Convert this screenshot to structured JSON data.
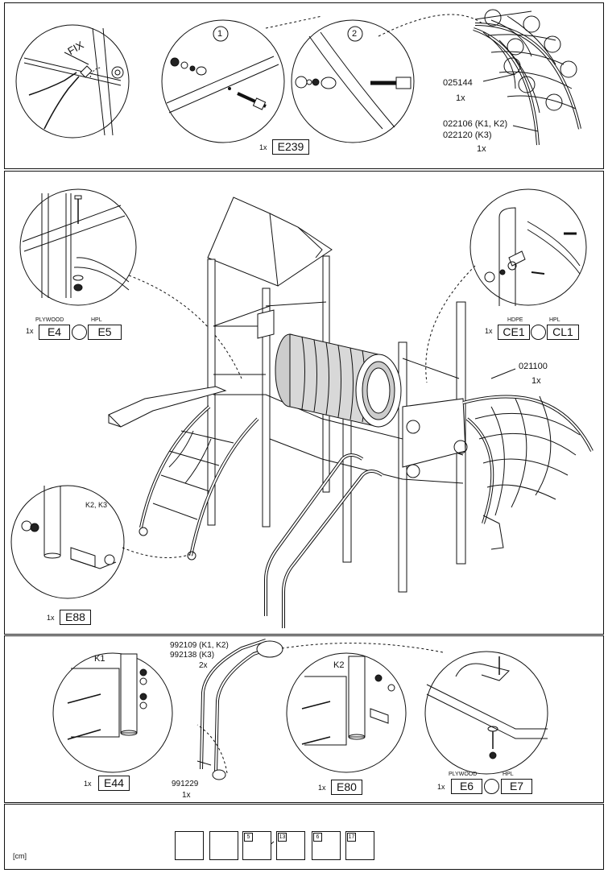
{
  "step1": {
    "fix_label": "FIX",
    "circle1": "1",
    "circle2": "2",
    "e239_qty": "1x",
    "e239_code": "E239",
    "net_part": "025144",
    "net_qty": "1x",
    "arch_part_a": "022106 (K1, K2)",
    "arch_part_b": "022120 (K3)",
    "arch_qty": "1x"
  },
  "step2": {
    "e4_qty": "1x",
    "e4_code": "E4",
    "e4_material": "PLYWOOD",
    "e5_code": "E5",
    "e5_material": "HPL",
    "ce1_qty": "1x",
    "ce1_code": "CE1",
    "ce1_material": "HDPE",
    "cl1_code": "CL1",
    "cl1_material": "HPL",
    "panel_part": "021100",
    "panel_qty": "1x",
    "bracket_variants": "K2, K3",
    "e88_qty": "1x",
    "e88_code": "E88"
  },
  "step3": {
    "k1_label": "K1",
    "k2_label": "K2",
    "rail_part_a": "992109 (K1, K2)",
    "rail_part_b": "992138 (K3)",
    "rail_qty": "2x",
    "cap_part": "991229",
    "cap_qty": "1x",
    "e44_qty": "1x",
    "e44_code": "E44",
    "e80_qty": "1x",
    "e80_code": "E80",
    "e6_qty": "1x",
    "e6_code": "E6",
    "e6_material": "PLYWOOD",
    "e7_code": "E7",
    "e7_material": "HPL"
  },
  "footer": {
    "unit": "[cm]",
    "tools": [
      {
        "icon": "pliers-icon",
        "size": ""
      },
      {
        "icon": "hammer-icon",
        "size": ""
      },
      {
        "icon": "hex-key-icon",
        "size": "5"
      },
      {
        "icon": "wrench-icon",
        "size": "13"
      },
      {
        "icon": "hex-key-icon",
        "size": "6"
      },
      {
        "icon": "wrench-icon",
        "size": "17"
      }
    ]
  }
}
